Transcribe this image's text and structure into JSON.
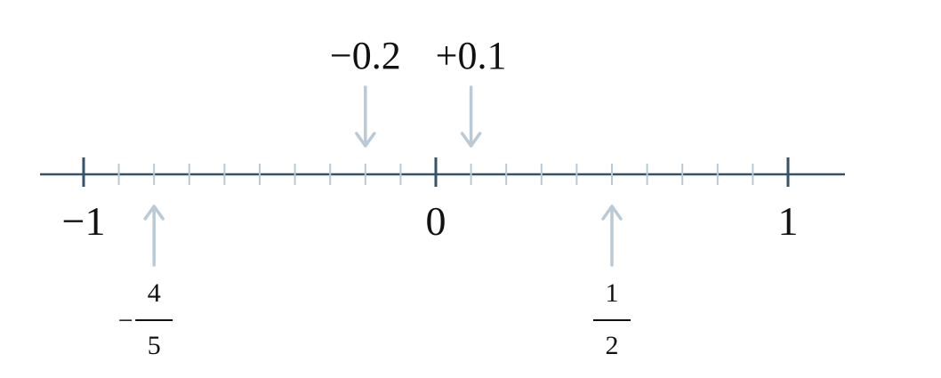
{
  "number_line": {
    "min": -1,
    "max": 1,
    "minor_step": 0.1,
    "major_labels": [
      {
        "value": -1,
        "label": "−1"
      },
      {
        "value": 0,
        "label": "0"
      },
      {
        "value": 1,
        "label": "1"
      }
    ],
    "colors": {
      "axis": "#34536b",
      "minor_tick": "#b9cad6",
      "arrow": "#b9cad6",
      "text": "#111111"
    }
  },
  "markers": [
    {
      "value": -0.2,
      "label": "−0.2",
      "side": "above",
      "kind": "decimal"
    },
    {
      "value": 0.1,
      "label": "+0.1",
      "side": "above",
      "kind": "decimal"
    },
    {
      "value": -0.8,
      "sign": "−",
      "numerator": "4",
      "denominator": "5",
      "side": "below",
      "kind": "fraction"
    },
    {
      "value": 0.5,
      "sign": "",
      "numerator": "1",
      "denominator": "2",
      "side": "below",
      "kind": "fraction"
    }
  ]
}
